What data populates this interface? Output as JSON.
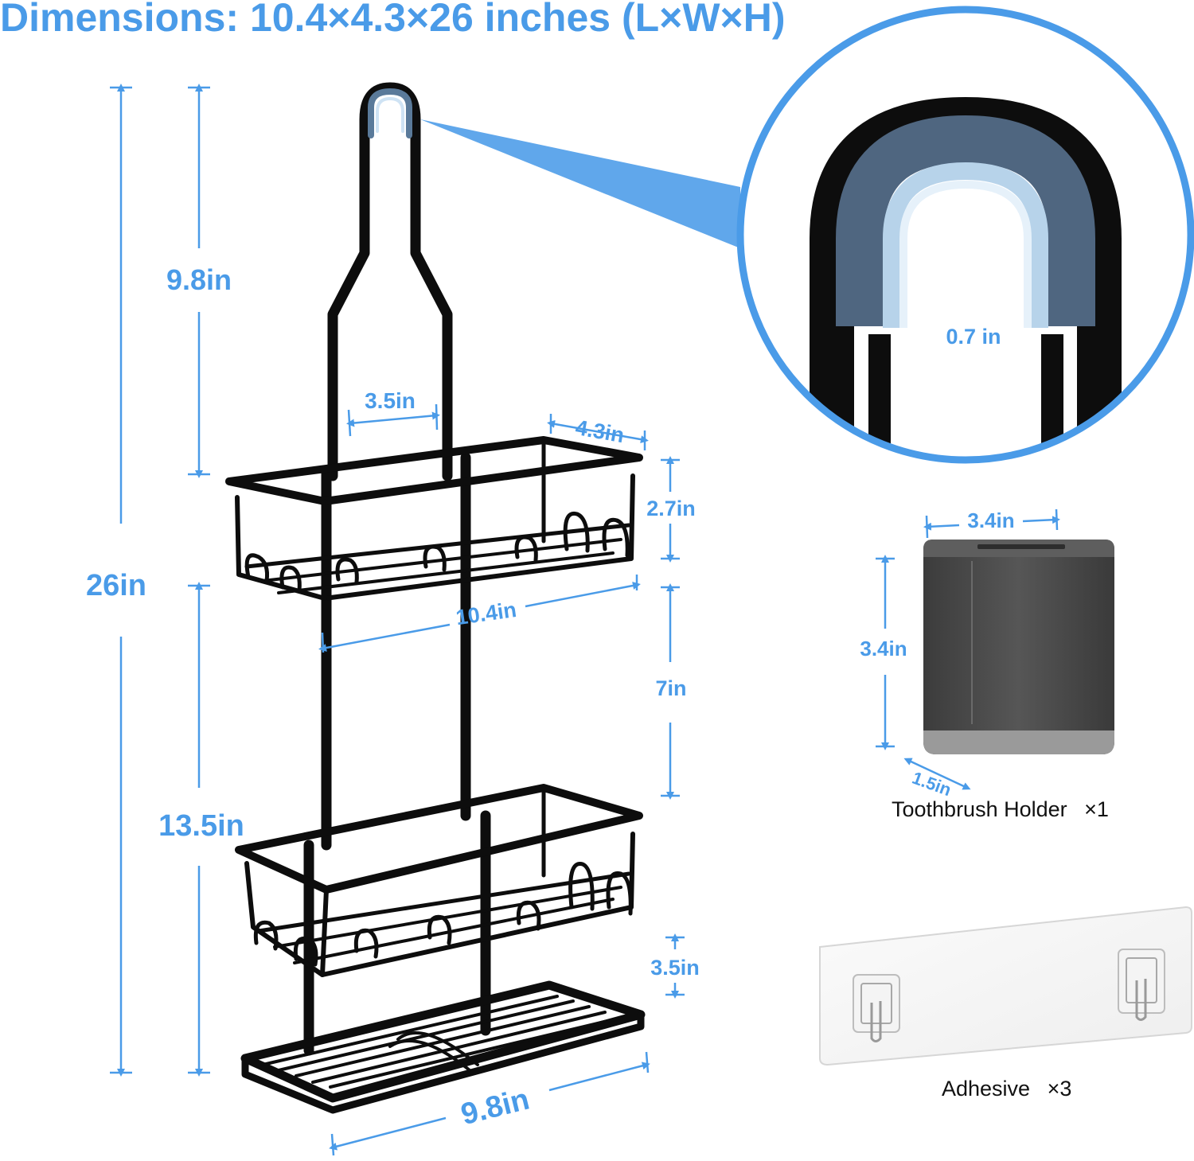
{
  "title": "Dimensions: 10.4×4.3×26 inches (L×W×H)",
  "colors": {
    "accent": "#4a9be8",
    "frame": "#0d0d0d",
    "hook_pad": "#4f6680",
    "holder_body": "#4a4a4a",
    "text": "#111111"
  },
  "rack": {
    "total_height": "26in",
    "hook_height": "9.8in",
    "lower_height": "13.5in",
    "hook_width": "3.5in",
    "depth": "4.3in",
    "top_basket_height": "2.7in",
    "length": "10.4in",
    "shelf_gap": "7in",
    "bottom_gap": "3.5in",
    "bottom_tray_length": "9.8in"
  },
  "zoom": {
    "hook_opening": "0.7 in"
  },
  "toothbrush_holder": {
    "width": "3.4in",
    "height": "3.4in",
    "depth": "1.5in",
    "label": "Toothbrush Holder",
    "quantity": "×1"
  },
  "adhesive": {
    "label": "Adhesive",
    "quantity": "×3"
  },
  "icons": [
    "hook-callout-icon",
    "toothbrush-holder-icon",
    "adhesive-strip-icon",
    "shower-caddy-icon"
  ]
}
